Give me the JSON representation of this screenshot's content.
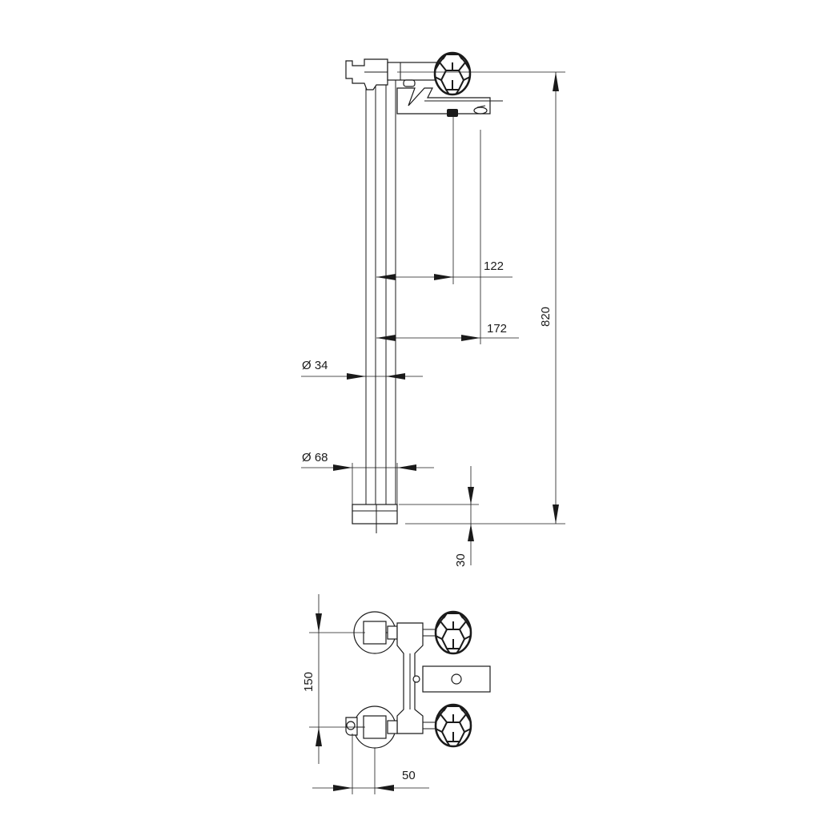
{
  "dimensions": {
    "d_122": "122",
    "d_172": "172",
    "d_34": "Ø 34",
    "d_68": "Ø 68",
    "d_820": "820",
    "d_30": "30",
    "d_150": "150",
    "d_50": "50"
  }
}
